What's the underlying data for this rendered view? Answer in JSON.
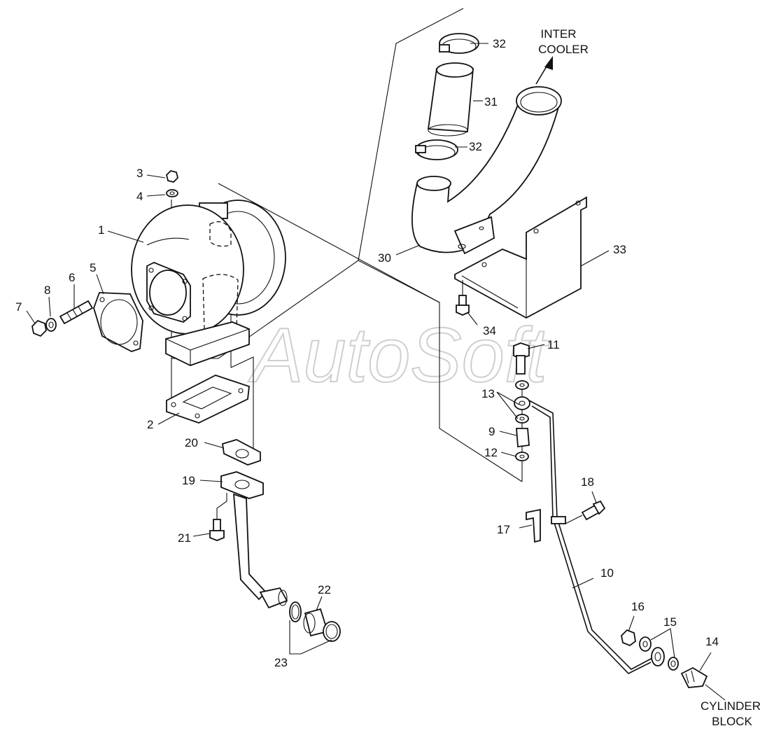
{
  "watermark": "AutoSoft",
  "notes": {
    "intercooler_line1": "INTER",
    "intercooler_line2": "COOLER",
    "cylinder_line1": "CYLINDER",
    "cylinder_line2": "BLOCK"
  },
  "callouts": {
    "c1": "1",
    "c2": "2",
    "c3": "3",
    "c4": "4",
    "c5": "5",
    "c6": "6",
    "c7": "7",
    "c8": "8",
    "c9": "9",
    "c10": "10",
    "c11": "11",
    "c12": "12",
    "c13": "13",
    "c14": "14",
    "c15": "15",
    "c16": "16",
    "c17": "17",
    "c18": "18",
    "c19": "19",
    "c20": "20",
    "c21": "21",
    "c22": "22",
    "c23": "23",
    "c30": "30",
    "c31": "31",
    "c32a": "32",
    "c32b": "32",
    "c33": "33",
    "c34": "34"
  }
}
